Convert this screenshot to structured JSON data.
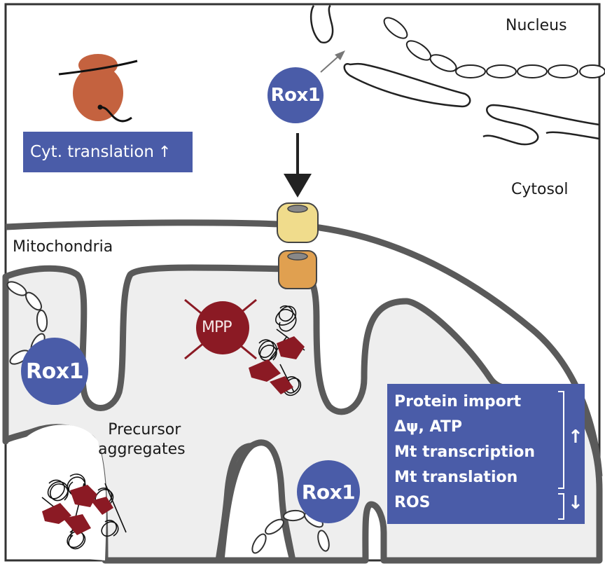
{
  "diagram": {
    "title": "Rox1 regulation of mitochondrial function under precursor aggregation stress",
    "compartments": {
      "nucleus": "Nucleus",
      "cytosol": "Cytosol",
      "mitochondria": "Mitochondria"
    },
    "proteins": {
      "rox1_cytosol": "Rox1",
      "rox1_mito_left": "Rox1",
      "rox1_mito_bottom": "Rox1",
      "mpp": "MPP"
    },
    "labels": {
      "precursor_aggregates": "Precursor aggregates",
      "precursor_line1": "Precursor",
      "precursor_line2": "aggregates"
    },
    "cyt_box": {
      "text": "Cyt. translation",
      "direction": "up",
      "arrow_glyph": "↑"
    },
    "effects_box": {
      "increased": [
        "Protein import",
        "Δψ, ATP",
        "Mt transcription",
        "Mt translation"
      ],
      "decreased": [
        "ROS"
      ],
      "up_glyph": "↑",
      "down_glyph": "↓"
    },
    "colors": {
      "rox1": "#4a5ca8",
      "ribosome": "#c4623f",
      "mpp": "#8b1a24",
      "tom_channel": "#f0dc8c",
      "tim_channel": "#e0a050",
      "membrane": "#5a5a5a",
      "matrix": "#eeeeee"
    }
  }
}
